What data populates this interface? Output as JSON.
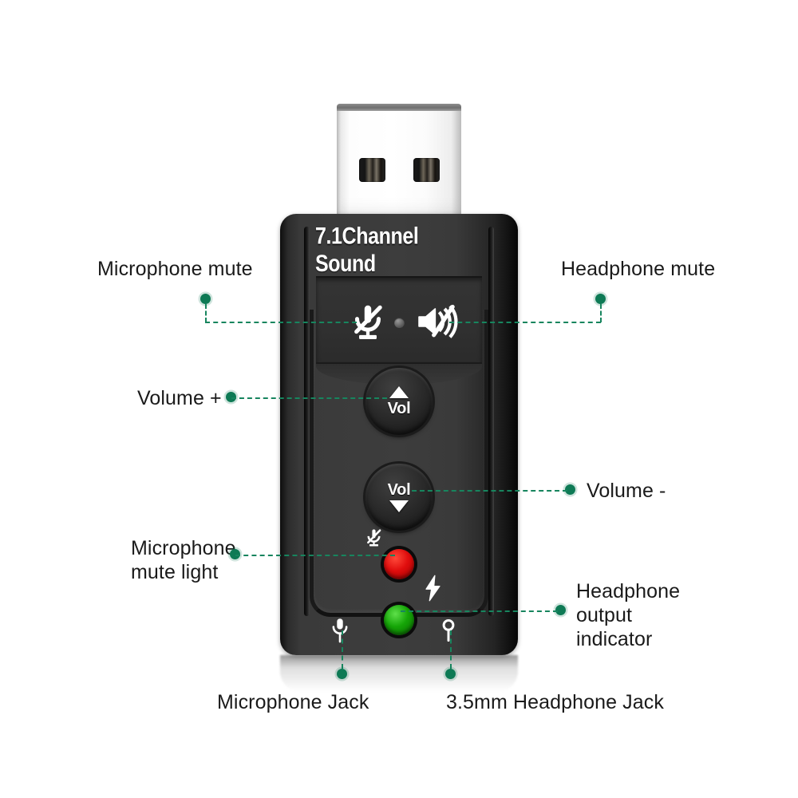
{
  "device": {
    "brand_text": "7.1Channel Sound",
    "vol_up_label": "Vol",
    "vol_down_label": "Vol",
    "icons": {
      "mic_mute": "microphone-mute-icon",
      "speaker_mute": "speaker-mute-icon",
      "mic_led_glyph": "microphone-mute-icon",
      "bolt": "lightning-bolt-icon",
      "mic_jack": "microphone-jack-icon",
      "headphone_jack": "headphone-jack-icon",
      "usb_plug": "usb-a-plug-icon"
    }
  },
  "colors": {
    "accent": "#0e7a55",
    "dash": "#17855e",
    "label_text": "#1a1a1a",
    "body_dark": "#3a3a3a",
    "led_mic_mute": "#e00d0d",
    "led_headphone": "#15a507",
    "usb_metal": "#f2f2f2"
  },
  "callouts": {
    "microphone_mute": "Microphone mute",
    "headphone_mute": "Headphone mute",
    "volume_up": "Volume +",
    "volume_down": "Volume -",
    "microphone_mute_light": "Microphone\nmute light",
    "headphone_output_indicator": "Headphone\noutput\nindicator",
    "microphone_jack": "Microphone Jack",
    "headphone_jack": "3.5mm Headphone Jack"
  }
}
